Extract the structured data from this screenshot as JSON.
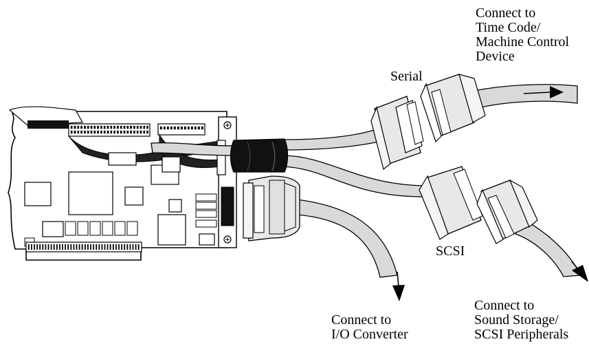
{
  "labels": {
    "top_right": [
      "Connect to",
      "Time Code/",
      "Machine Control",
      "Device"
    ],
    "serial": "Serial",
    "scsi": "SCSI",
    "bottom_middle": [
      "Connect to",
      "I/O Converter"
    ],
    "bottom_right": [
      "Connect to",
      "Sound Storage/",
      "SCSI Peripherals"
    ]
  },
  "colors": {
    "cable": "#d9d9d9",
    "connector": "#e8e8e8",
    "outline": "#000000",
    "sleeve": "#111111",
    "board": "#ffffff"
  }
}
